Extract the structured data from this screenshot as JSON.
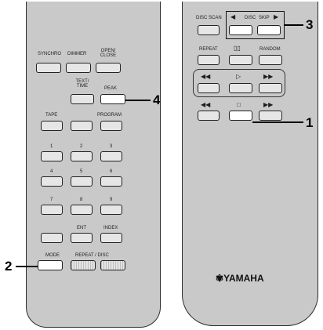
{
  "left_remote": {
    "labels": {
      "synchro": "SYNCHRO",
      "dimmer": "DIMMER",
      "open_close": "OPEN/ CLOSE",
      "text_time": "TEXT/ TIME",
      "peak": "PEAK",
      "tape": "TAPE",
      "program": "PROGRAM",
      "n1": "1",
      "n2": "2",
      "n3": "3",
      "n4": "4",
      "n5": "5",
      "n6": "6",
      "n7": "7",
      "n8": "8",
      "n9": "9",
      "ent": "ENT",
      "index": "INDEX",
      "mode": "MODE",
      "bottom_row": "REPEAT / DISC"
    }
  },
  "right_remote": {
    "labels": {
      "disc_scan": "DISC SCAN",
      "disc": "DISC",
      "skip": "SKIP",
      "repeat": "REPEAT",
      "random": "RANDOM"
    },
    "logo": "YAMAHA"
  },
  "callouts": {
    "c1": "1",
    "c2": "2",
    "c3": "3",
    "c4": "4"
  }
}
